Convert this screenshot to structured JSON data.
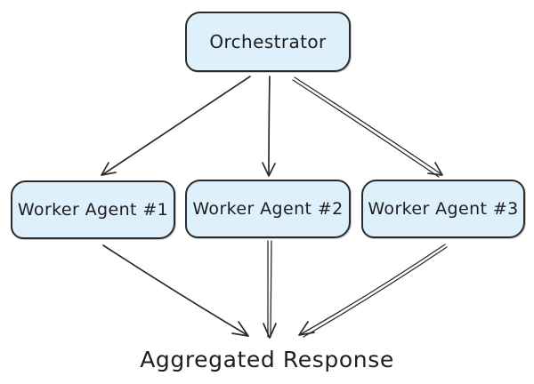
{
  "diagram": {
    "type": "flowchart",
    "style": "hand-drawn",
    "nodes": [
      {
        "id": "orchestrator",
        "label": "Orchestrator"
      },
      {
        "id": "worker1",
        "label": "Worker Agent #1"
      },
      {
        "id": "worker2",
        "label": "Worker Agent #2"
      },
      {
        "id": "worker3",
        "label": "Worker Agent #3"
      }
    ],
    "output_label": "Aggregated Response",
    "edges": [
      {
        "from": "orchestrator",
        "to": "worker1"
      },
      {
        "from": "orchestrator",
        "to": "worker2"
      },
      {
        "from": "orchestrator",
        "to": "worker3"
      },
      {
        "from": "worker1",
        "to": "aggregated-response"
      },
      {
        "from": "worker2",
        "to": "aggregated-response"
      },
      {
        "from": "worker3",
        "to": "aggregated-response"
      }
    ],
    "colors": {
      "node_fill": "#ddf0fb",
      "node_border": "#2b2b2b",
      "arrow": "#2b2b2b",
      "text": "#1e1e1e",
      "background": "#ffffff"
    }
  }
}
